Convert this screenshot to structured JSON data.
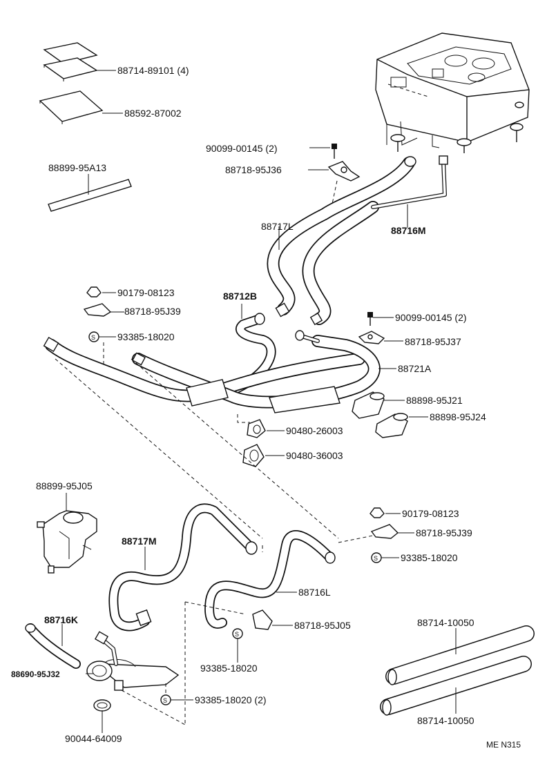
{
  "labels": {
    "l01": "88714-89101 (4)",
    "l02": "88592-87002",
    "l03": "88899-95A13",
    "l04": "90099-00145 (2)",
    "l05": "88718-95J36",
    "l06": "88717L",
    "l07": "88716M",
    "l08": "90179-08123",
    "l09": "88718-95J39",
    "l10": "93385-18020",
    "l11": "88712B",
    "l12": "90099-00145 (2)",
    "l13": "88718-95J37",
    "l14": "88721A",
    "l15": "88898-95J21",
    "l16": "88898-95J24",
    "l17": "90480-26003",
    "l18": "90480-36003",
    "l19": "88899-95J05",
    "l20": "88717M",
    "l21": "90179-08123",
    "l22": "88718-95J39",
    "l23": "93385-18020",
    "l24": "88716L",
    "l25": "88716K",
    "l26": "88718-95J05",
    "l27": "88690-95J32",
    "l28": "93385-18020",
    "l29": "93385-18020 (2)",
    "l30": "90044-64009",
    "l31": "88714-10050",
    "l32": "88714-10050",
    "code": "ME  N315"
  },
  "symbols": {
    "s": "S"
  }
}
